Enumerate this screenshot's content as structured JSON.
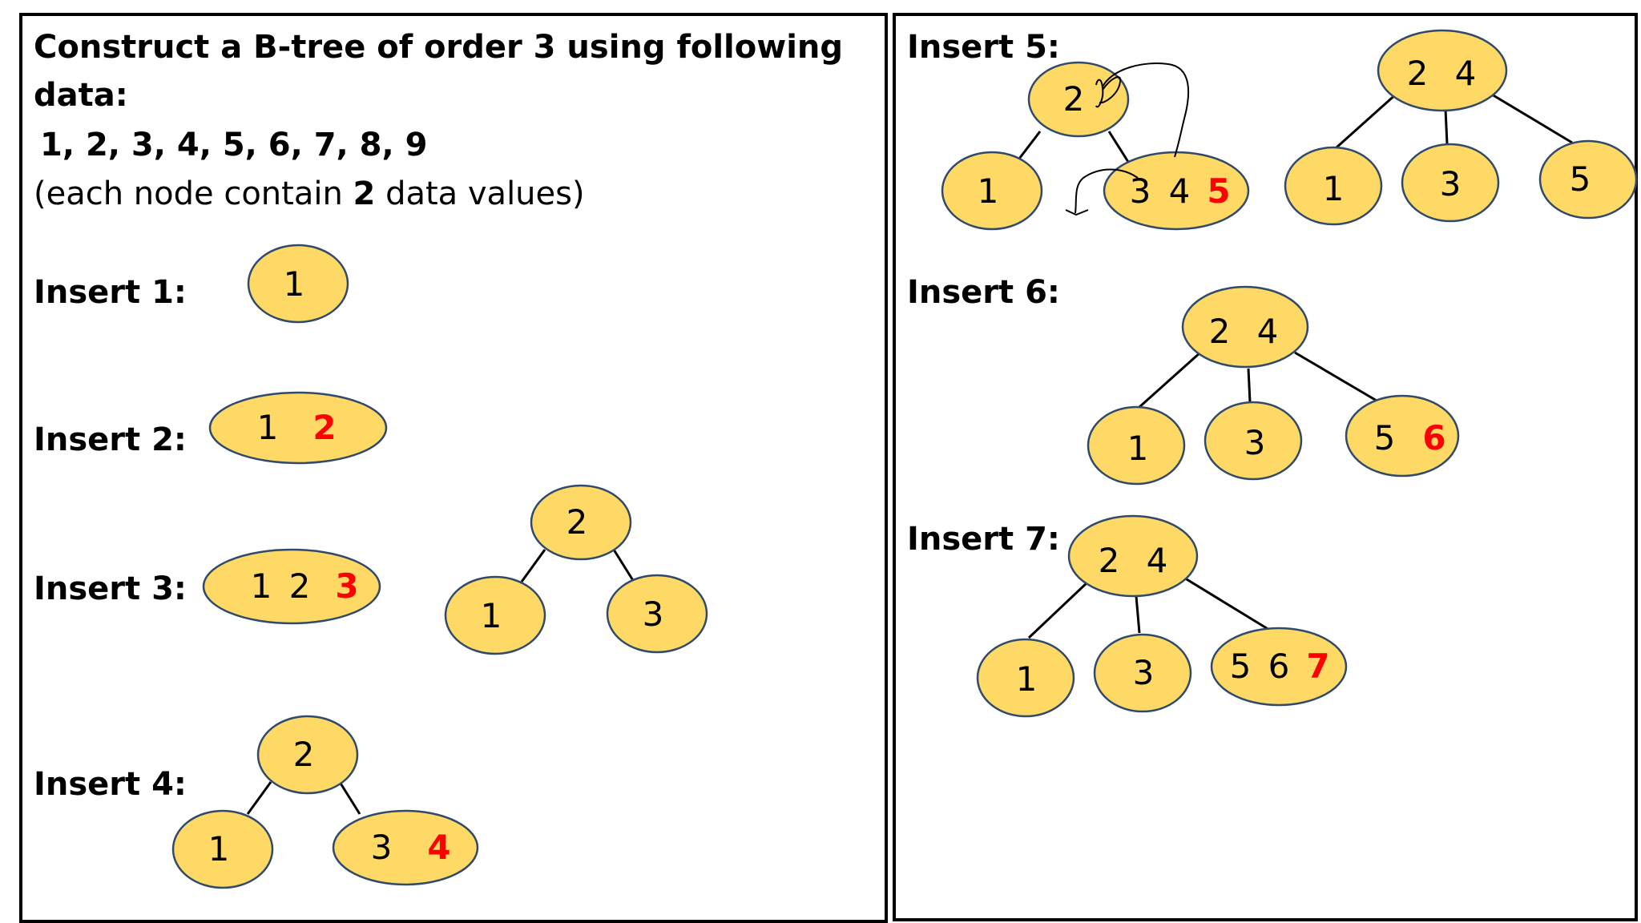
{
  "intro": {
    "line1": "Construct a B-tree of order 3 using following",
    "line2": "data:",
    "line3": "1, 2, 3, 4, 5, 6, 7, 8, 9",
    "line4_pre": "(each node contain ",
    "line4_bold": "2",
    "line4_post": " data values)"
  },
  "labels": {
    "insert1": "Insert 1:",
    "insert2": "Insert 2:",
    "insert3": "Insert 3:",
    "insert4": "Insert 4:",
    "insert5": "Insert 5:",
    "insert6": "Insert 6:",
    "insert7": "Insert 7:"
  },
  "nodes": {
    "ins1": {
      "keys": [
        "1"
      ],
      "new": ""
    },
    "ins2": {
      "keys": [
        "1"
      ],
      "new": "2"
    },
    "ins3_full": {
      "keys": [
        "1",
        "2"
      ],
      "new": "3"
    },
    "ins3_root": {
      "keys": [
        "2"
      ],
      "new": ""
    },
    "ins3_left": {
      "keys": [
        "1"
      ],
      "new": ""
    },
    "ins3_right": {
      "keys": [
        "3"
      ],
      "new": ""
    },
    "ins4_root": {
      "keys": [
        "2"
      ],
      "new": ""
    },
    "ins4_left": {
      "keys": [
        "1"
      ],
      "new": ""
    },
    "ins4_right": {
      "keys": [
        "3"
      ],
      "new": "4"
    },
    "ins5a_root": {
      "keys": [
        "2"
      ],
      "new": ""
    },
    "ins5a_left": {
      "keys": [
        "1"
      ],
      "new": ""
    },
    "ins5a_right": {
      "keys": [
        "3",
        "4"
      ],
      "new": "5"
    },
    "ins5b_root": {
      "keys": [
        "2",
        "4"
      ],
      "new": ""
    },
    "ins5b_c1": {
      "keys": [
        "1"
      ],
      "new": ""
    },
    "ins5b_c2": {
      "keys": [
        "3"
      ],
      "new": ""
    },
    "ins5b_c3": {
      "keys": [
        "5"
      ],
      "new": ""
    },
    "ins6_root": {
      "keys": [
        "2",
        "4"
      ],
      "new": ""
    },
    "ins6_c1": {
      "keys": [
        "1"
      ],
      "new": ""
    },
    "ins6_c2": {
      "keys": [
        "3"
      ],
      "new": ""
    },
    "ins6_c3": {
      "keys": [
        "5"
      ],
      "new": "6"
    },
    "ins7_root": {
      "keys": [
        "2",
        "4"
      ],
      "new": ""
    },
    "ins7_c1": {
      "keys": [
        "1"
      ],
      "new": ""
    },
    "ins7_c2": {
      "keys": [
        "3"
      ],
      "new": ""
    },
    "ins7_c3": {
      "keys": [
        "5",
        "6"
      ],
      "new": "7"
    }
  },
  "colors": {
    "node_fill": "#ffd966",
    "node_stroke": "#2f4a6b",
    "new_key": "#ff0000"
  }
}
